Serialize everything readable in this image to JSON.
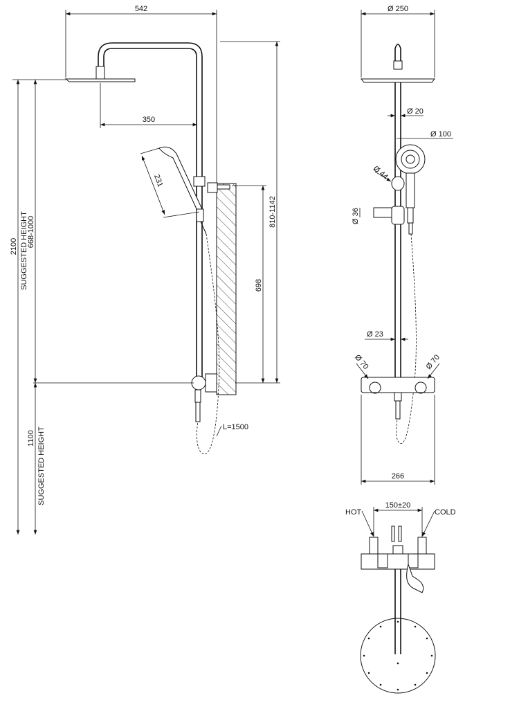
{
  "side_view": {
    "width_overall": "542",
    "arm_reach": "350",
    "handshower_length": "231",
    "height_range": "810-1142",
    "slide_height": "698",
    "total_height": "2100",
    "suggested_height_label": "SUGGESTED HEIGHT",
    "suggested_height_range": "668-1000",
    "mixer_height": "1100",
    "hose_length": "L=1500"
  },
  "front_view": {
    "head_diameter": "Ø 250",
    "pipe_diameter_top": "Ø 20",
    "handshower_diameter": "Ø 100",
    "holder_diameter": "Ø 44",
    "arm_diameter": "Ø 36",
    "pipe_diameter_bottom": "Ø 23",
    "knob_left_diameter": "Ø 70",
    "knob_right_diameter": "Ø 70",
    "mixer_width": "266"
  },
  "top_view": {
    "hot_label": "HOT",
    "cold_label": "COLD",
    "centres": "150±20"
  }
}
